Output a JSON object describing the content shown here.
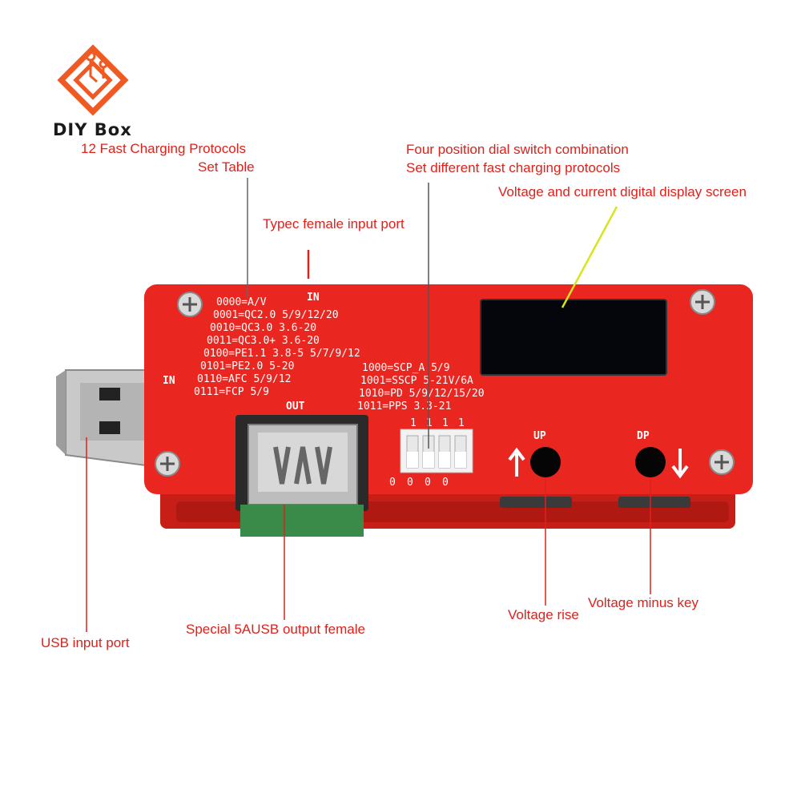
{
  "brand": {
    "name": "DIY Box"
  },
  "callouts": {
    "protocols_line1": "12 Fast Charging Protocols",
    "protocols_line2": "Set Table",
    "dial_line1": "Four position dial switch combination",
    "dial_line2": "Set different fast charging protocols",
    "display": "Voltage and current digital display screen",
    "typec": "Typec female input port",
    "usb_input": "USB input port",
    "output_female": "Special 5AUSB output female",
    "voltage_rise": "Voltage rise",
    "voltage_minus": "Voltage minus key"
  },
  "board": {
    "in_top": "IN",
    "in_left": "IN",
    "out": "OUT",
    "up": "UP",
    "dp": "DP",
    "protocols_left": [
      "0000=A/V",
      "0001=QC2.0  5/9/12/20",
      "0010=QC3.0  3.6-20",
      "0011=QC3.0+ 3.6-20",
      "0100=PE1.1  3.8-5 5/7/9/12",
      "0101=PE2.0  5-20",
      "0110=AFC 5/9/12",
      "0111=FCP 5/9"
    ],
    "protocols_right": [
      "1000=SCP_A 5/9",
      "1001=SSCP 5-21V/6A",
      "1010=PD  5/9/12/15/20",
      "1011=PPS  3.3-21"
    ],
    "dip_top": [
      "1",
      "1",
      "1",
      "1"
    ],
    "dip_bottom": [
      "0",
      "0",
      "0",
      "0"
    ]
  },
  "colors": {
    "callout_text": "#e0201a",
    "board_red": "#ea2620",
    "logo_orange": "#f05a22"
  }
}
